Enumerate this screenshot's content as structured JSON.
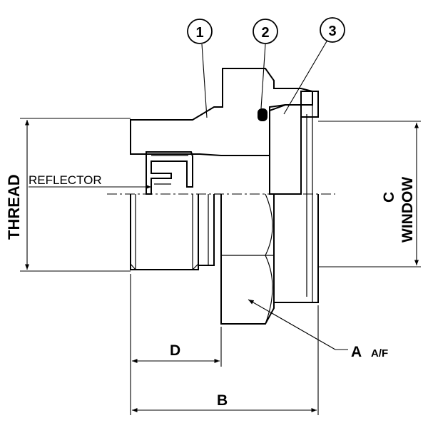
{
  "callouts": [
    {
      "num": "1"
    },
    {
      "num": "2"
    },
    {
      "num": "3"
    }
  ],
  "labels": {
    "thread": "THREAD",
    "reflector": "REFLECTOR",
    "c": "C",
    "window": "WINDOW",
    "a": "A",
    "af": "A/F",
    "d": "D",
    "b": "B"
  }
}
